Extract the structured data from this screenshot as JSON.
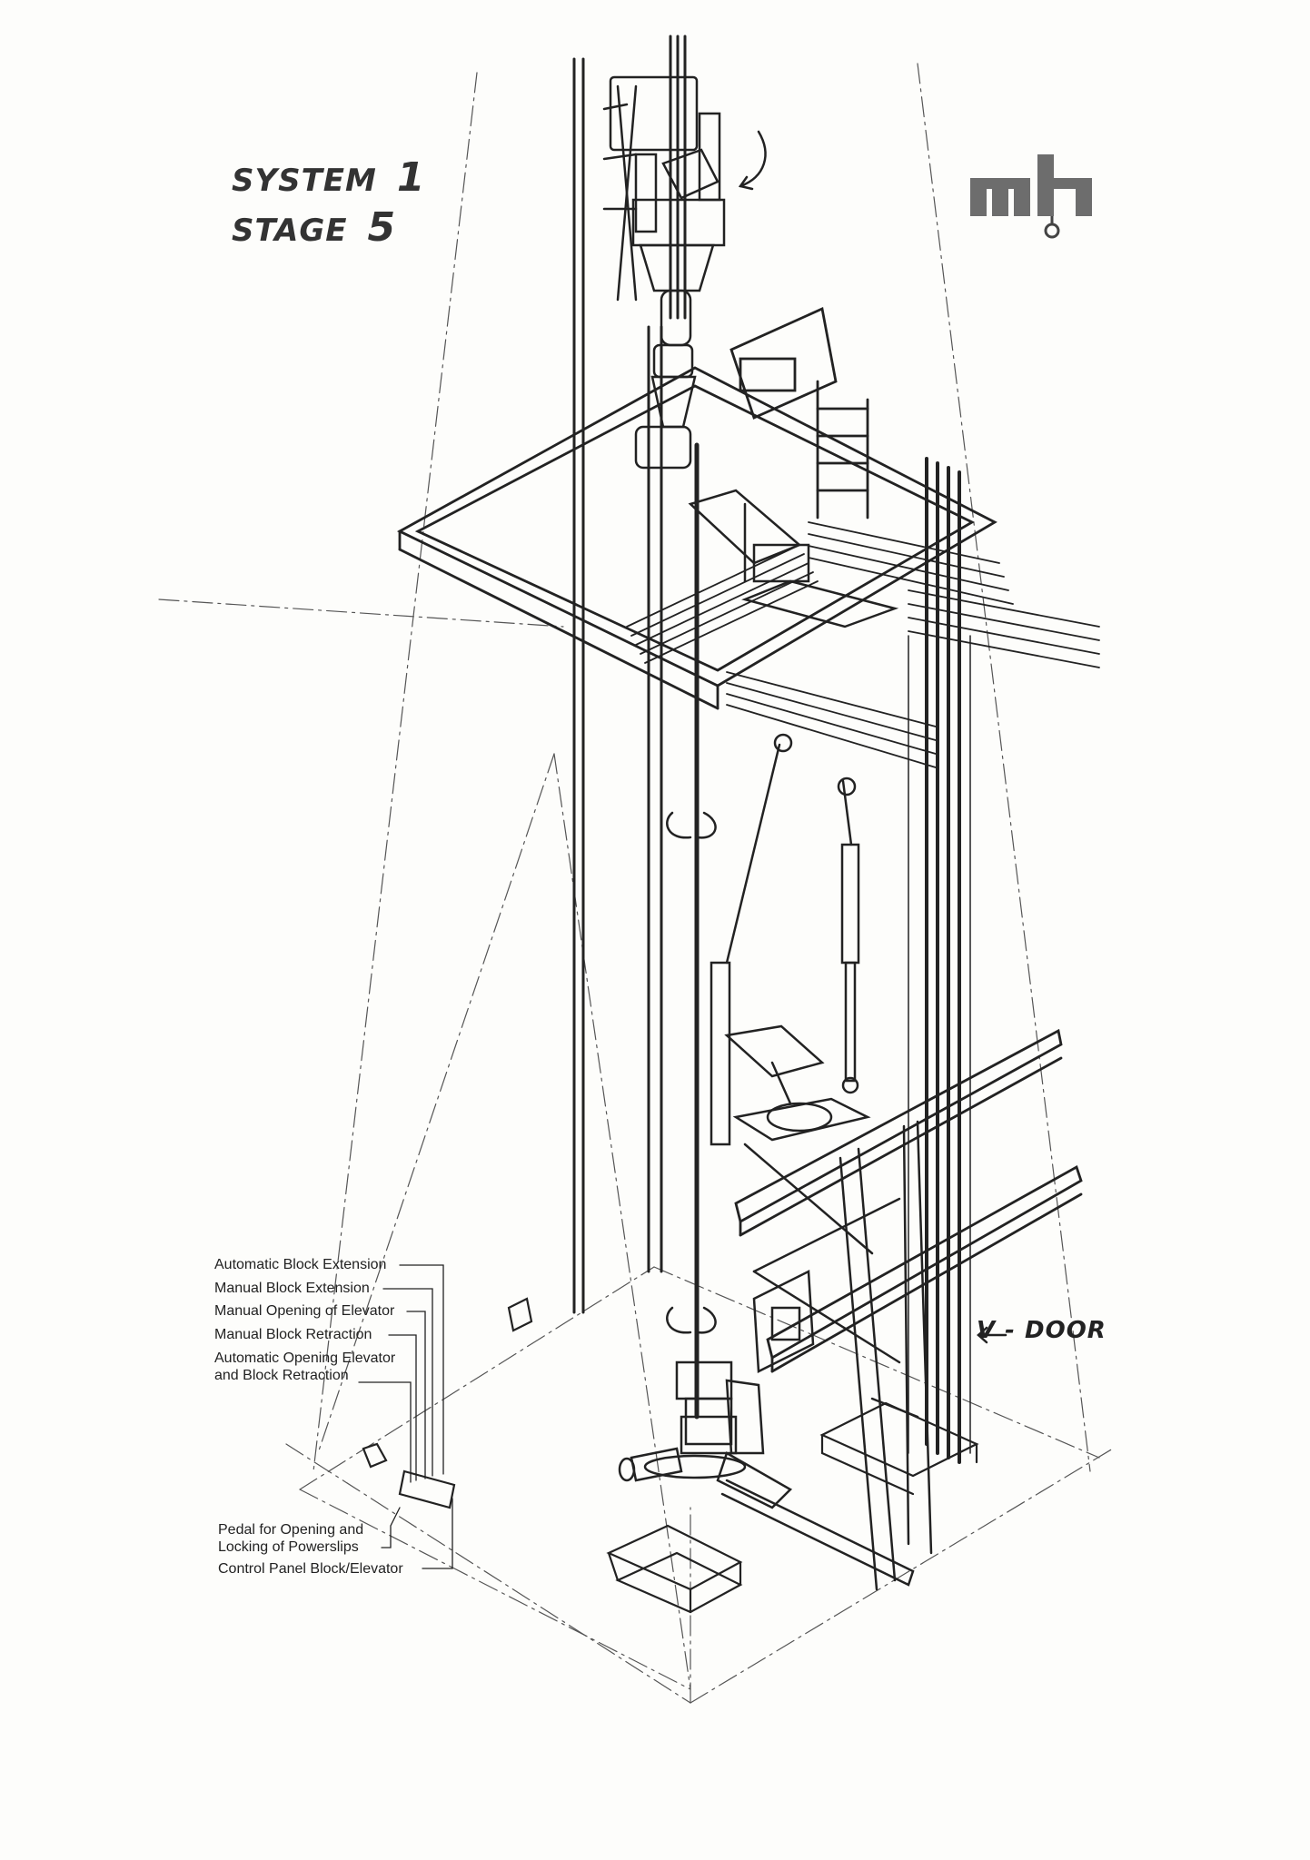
{
  "header": {
    "system_label": "SYSTEM",
    "system_number": "1",
    "stage_label": "STAGE",
    "stage_number": "5"
  },
  "logo": {
    "text": "mh"
  },
  "callouts": {
    "automatic_block_extension": "Automatic Block Extension",
    "manual_block_extension": "Manual Block Extension",
    "manual_opening_of_elevator": "Manual Opening of Elevator",
    "manual_block_retraction": "Manual Block Retraction",
    "automatic_opening_line1": "Automatic Opening Elevator",
    "automatic_opening_line2": "and Block Retraction",
    "pedal_line1": "Pedal for Opening and",
    "pedal_line2": "Locking of Powerslips",
    "control_panel": "Control Panel Block/Elevator"
  },
  "v_door": {
    "label": "V - DOOR"
  }
}
